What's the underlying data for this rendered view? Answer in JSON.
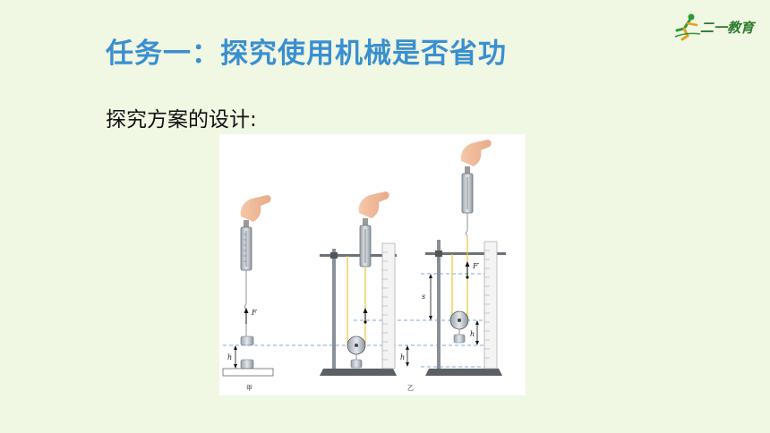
{
  "slide": {
    "title": "任务一：探究使用机械是否省功",
    "subtitle": "探究方案的设计:"
  },
  "logo": {
    "text": "二一教育",
    "icon": "running-figure-icon",
    "color": "#2d7a2f"
  },
  "figure": {
    "labels": {
      "left_panel": "甲",
      "right_panel": "乙",
      "force_left": "F",
      "force_right": "F′",
      "height_mid": "h",
      "height_right": "h",
      "height_left": "h",
      "distance": "s"
    }
  },
  "colors": {
    "title": "#3a8fd0",
    "background": "#f0f7e3",
    "rope": "#e8c43a",
    "dashed_line": "#5a8ed6"
  }
}
